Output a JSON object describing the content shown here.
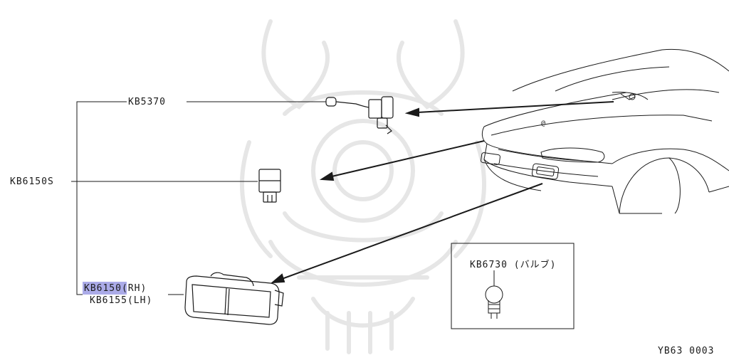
{
  "parts": {
    "kb5370": "KB5370",
    "kb6150s": "KB6150S",
    "kb6150_rh": "KB6150(RH)",
    "kb6155_lh": "KB6155(LH)",
    "kb6730": "KB6730 (バルブ)"
  },
  "diagram_code": "YB63 0003",
  "colors": {
    "line": "#1a1a1a",
    "highlight": "#8f8fe0",
    "watermark": "#e4e4e4"
  },
  "icons": {
    "watermark": "samurai-helmet-watermark-icon"
  }
}
